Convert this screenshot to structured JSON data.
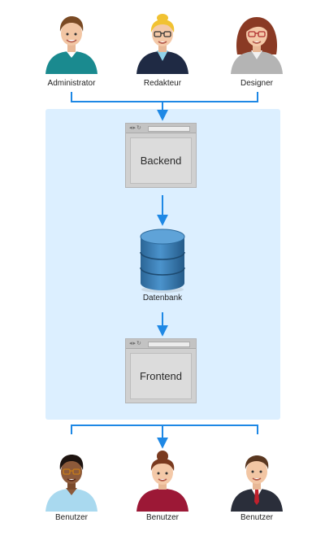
{
  "roles_top": [
    {
      "label": "Administrator"
    },
    {
      "label": "Redakteur"
    },
    {
      "label": "Designer"
    }
  ],
  "backend": {
    "label": "Backend"
  },
  "database": {
    "label": "Datenbank"
  },
  "frontend": {
    "label": "Frontend"
  },
  "users_bottom": [
    {
      "label": "Benutzer"
    },
    {
      "label": "Benutzer"
    },
    {
      "label": "Benutzer"
    }
  ],
  "colors": {
    "connector": "#1e88e5",
    "panel": "#dcefff",
    "database": "#3d7fb4"
  }
}
